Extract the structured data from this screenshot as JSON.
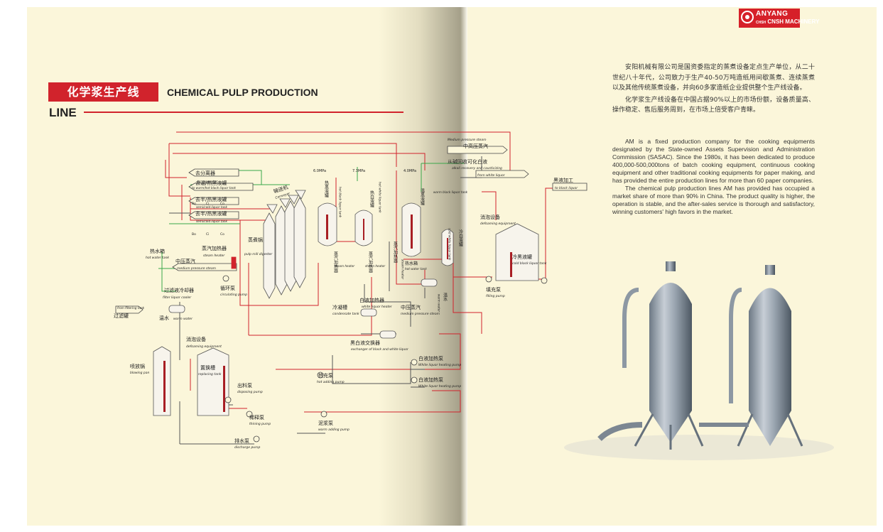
{
  "brand": {
    "logo_name": "ANYANG",
    "logo_sub": "CNSH MACHINERY",
    "logo_tiny": "CHSH"
  },
  "heading": {
    "cn": "化学浆生产线",
    "en_line1": "CHEMICAL PULP PRODUCTION",
    "en_line2": "LINE"
  },
  "intro_cn": [
    "安阳机械有限公司是国资委指定的蒸煮设备定点生产单位，从二十世纪八十年代，公司致力于生产40-50万吨造纸用间歇蒸煮、连续蒸煮以及其他传统蒸煮设备，并向60多家造纸企业提供整个生产线设备。",
    "化学浆生产线设备在中国占据90%以上的市场份额，设备质量高、操作稳定、售后服务周到，在市场上倍受客户青睐。"
  ],
  "intro_en": [
    "AM is a fixed production company for the cooking equipments designated by the State-owned Assets Supervision and Administration Commission (SASAC). Since the 1980s, it has been dedicated to produce 400,000-500,000tons of batch cooking equipment, continuous cooking equipment and other traditional cooking equipments for paper making, and has provided the entire production lines for more than 60 paper companies.",
    "The chemical pulp production lines AM has provided has occupied a market share of more than 90% in China. The product quality is higher, the operation is stable, and the after-sales service is thorough and satisfactory, winning customers' high favors in the market."
  ],
  "diagram": {
    "to_separator": {
      "cn": "去分离器",
      "en": "to separator"
    },
    "to_warm_hot": {
      "cn": "去温/热黑液罐",
      "en": "to warm/hot black liquor tank"
    },
    "to_semi_1": {
      "cn": "去半/热黑液罐",
      "en": "semi/cold liquor tank"
    },
    "to_semi_2": {
      "cn": "去半/热黑液罐",
      "en": "semi/cold liquor tank"
    },
    "bo1": "Bo",
    "ci1": "Ci",
    "co1": "Co",
    "bo2": "Bo",
    "ci2": "Ci",
    "co2": "Co",
    "conveyer": {
      "cn": "输送机",
      "en": "Conveyer"
    },
    "hot_water_tank": {
      "cn": "热水箱",
      "en": "hot water tank"
    },
    "steam_heater_top": {
      "cn": "蒸汽加热器",
      "en": "steam heater"
    },
    "pulp_mill": {
      "cn": "蒸煮锅",
      "en": "pulp mill digester"
    },
    "mp_steam_left": {
      "cn": "中压蒸汽",
      "en": "medium pressure steam"
    },
    "circ_pump": {
      "cn": "循环泵",
      "en": "circulating pump"
    },
    "filter_cooler": {
      "cn": "过滤液冷却器",
      "en": "filter liquor cooler"
    },
    "filtering_tank": {
      "en": "from filtering tank",
      "cn": "过滤罐"
    },
    "warm_water": {
      "cn": "温水",
      "en": "warm water"
    },
    "defoam_left": {
      "cn": "消泡设备",
      "en": "defoaming equipment"
    },
    "blowing_pan": {
      "cn": "喷放锅",
      "en": "blowing pan"
    },
    "replacing_tank": {
      "cn": "置换槽",
      "en": "replacing tank"
    },
    "dis_pump": {
      "cn": "出料泵",
      "en": "disposing pump"
    },
    "thin_pump": {
      "cn": "稀释泵",
      "en": "thining pump"
    },
    "discharge_pump": {
      "cn": "排水泵",
      "en": "discharge pump"
    },
    "warm_add_pump": {
      "cn": "泥浆泵",
      "en": "warm adding pump"
    },
    "hot_add_pump": {
      "cn": "热充泵",
      "en": "hot adding pump"
    },
    "p1": "6.0MPa",
    "p2": "7.3MPa",
    "p3": "4.0MPa",
    "hot_black_tank": {
      "cn": "热黑液罐",
      "en": "hot black liquor tank"
    },
    "hot_white_tank": {
      "cn": "热白液罐",
      "en": "hot white liquor tank"
    },
    "warm_black_tank": {
      "cn": "温黑液罐",
      "en": "warm black liquor tank"
    },
    "steam_heater_1": {
      "cn": "蒸汽加热器",
      "en": "steam heater"
    },
    "steam_heater_2": {
      "cn": "蒸汽加热器",
      "en": "steam heater"
    },
    "steam_heater_3": {
      "cn": "蒸汽加热器",
      "en": "steam heater"
    },
    "condensate": {
      "cn": "冷凝槽",
      "en": "condensate tank"
    },
    "white_heater": {
      "cn": "白液加热器",
      "en": "white liquor heater"
    },
    "mp_steam_mid": {
      "cn": "中压蒸汽",
      "en": "medium pressure steam"
    },
    "hot_water_tank2": {
      "cn": "热水箱",
      "en": "hot water tank"
    },
    "exchanger": {
      "cn": "黑白液交换器",
      "en": "exchanger of black and white liquor"
    },
    "white_pump_1": {
      "cn": "白液加热泵",
      "en": "White liquor heating pump"
    },
    "white_pump_2": {
      "cn": "白液加热泵",
      "en": "White liquor heating pump"
    },
    "warm_water_v": {
      "cn": "温水",
      "en": "warm water"
    },
    "cold_white": {
      "cn": "冷白液罐",
      "en": "cold white liquor tank"
    },
    "mp_steam_top": {
      "cn": "中高压蒸汽",
      "en": "Medium pressure steam"
    },
    "alkali": {
      "cn": "从碱回收可化白液",
      "en": "alkali recovery and causticizing"
    },
    "from_white": {
      "en": "from white liquor"
    },
    "black_to": {
      "cn": "黑液加工",
      "en": "to black liquor"
    },
    "defoam_right": {
      "cn": "消泡设备",
      "en": "defoaming equipment"
    },
    "cold_black": {
      "cn": "冷黑液罐",
      "en": "cold black liquor tank"
    },
    "filling_pump": {
      "cn": "填充泵",
      "en": "filling pump"
    }
  },
  "colors": {
    "red": "#d1232c",
    "green": "#3aa84a",
    "line": "#555555",
    "paper": "#fbf6da"
  }
}
